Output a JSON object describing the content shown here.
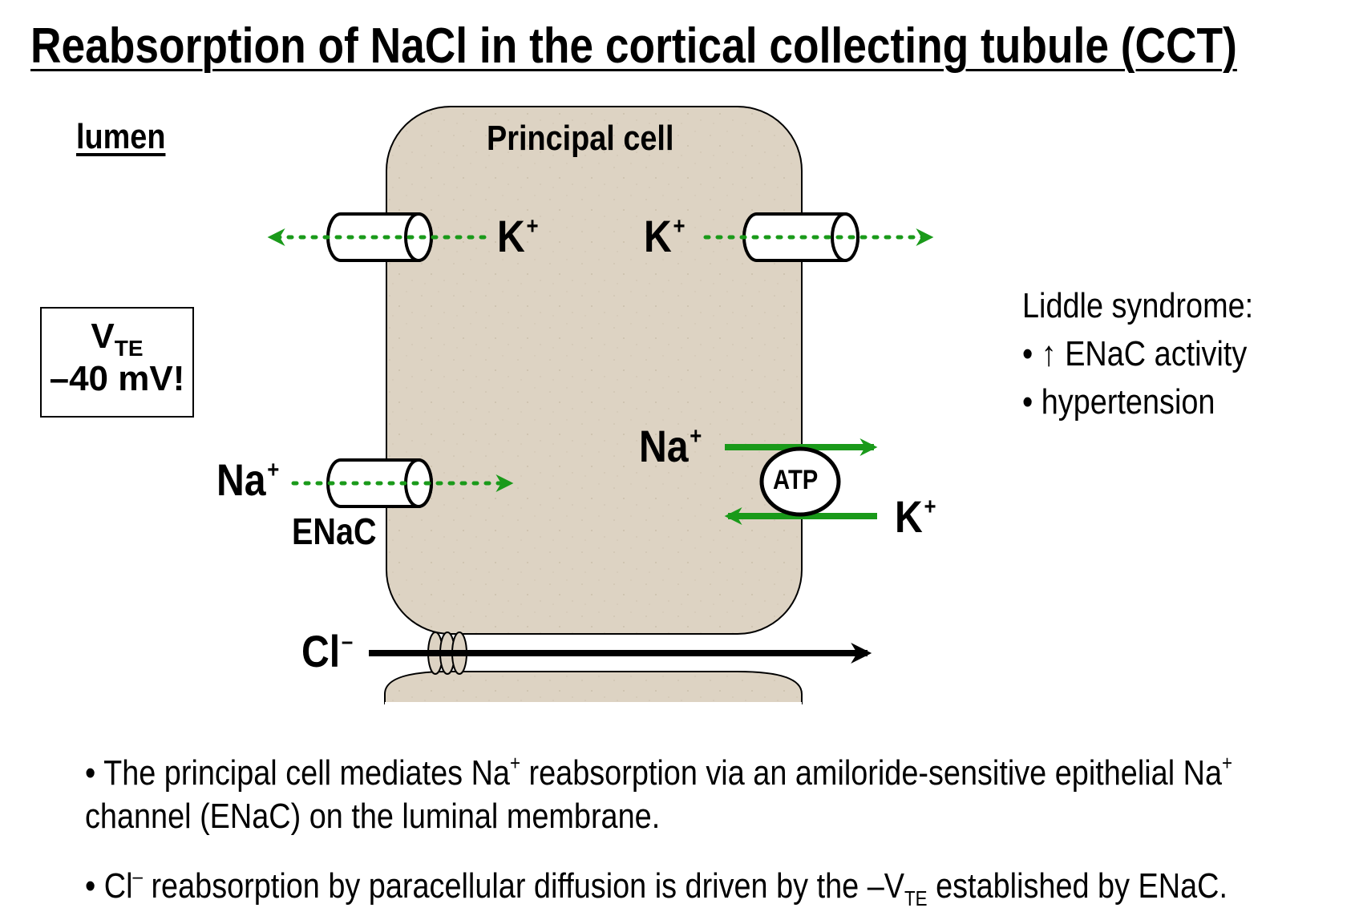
{
  "title": "Reabsorption of NaCl in the cortical collecting tubule (CCT)",
  "labels": {
    "lumen": "lumen",
    "principal_cell": "Principal cell",
    "enac": "ENaC",
    "atp": "ATP"
  },
  "ions": {
    "k_luminal": {
      "symbol": "K",
      "charge": "+"
    },
    "k_basolateral": {
      "symbol": "K",
      "charge": "+"
    },
    "na_luminal": {
      "symbol": "Na",
      "charge": "+"
    },
    "na_pump": {
      "symbol": "Na",
      "charge": "+"
    },
    "k_pump": {
      "symbol": "K",
      "charge": "+"
    },
    "cl_paracellular": {
      "symbol": "Cl",
      "charge": "–"
    }
  },
  "vte_box": {
    "symbol": "V",
    "subscript": "TE",
    "value": "–40 mV!"
  },
  "liddle": {
    "heading": "Liddle syndrome:",
    "items": [
      "• ↑ ENaC activity",
      "• hypertension"
    ]
  },
  "notes": {
    "note1_part1": "• The principal cell mediates Na",
    "note1_sup1": "+",
    "note1_part2": " reabsorption via an amiloride-sensitive epithelial Na",
    "note1_sup2": "+",
    "note1_line2": "channel (ENaC) on the luminal membrane.",
    "note2_part1": "• Cl",
    "note2_sup": "–",
    "note2_part2": " reabsorption by paracellular diffusion is driven by the –V",
    "note2_sub": "TE",
    "note2_part3": " established by ENaC."
  },
  "colors": {
    "cell_fill": "#ddd3c3",
    "flux_green": "#1a9a1a",
    "outline": "#000000"
  }
}
